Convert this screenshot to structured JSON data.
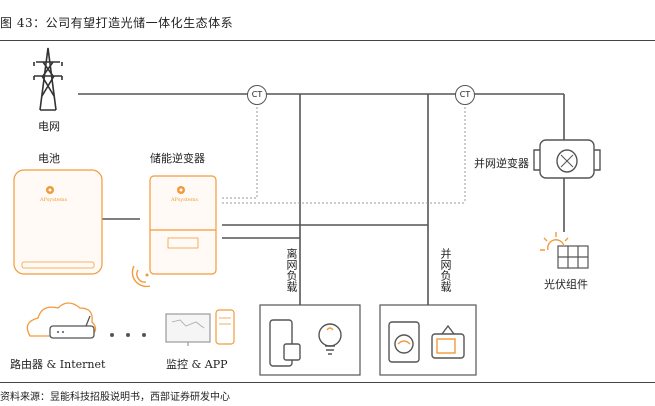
{
  "title": "图 43：公司有望打造光储一体化生态体系",
  "source": "资料来源：昱能科技招股说明书，西部证券研发中心",
  "nodes": {
    "grid": "电网",
    "battery": "电池",
    "storage_inverter": "储能逆变器",
    "grid_inverter": "并网逆变器",
    "pv_modules": "光伏组件",
    "router": "路由器 & Internet",
    "monitor": "监控 & APP",
    "offgrid_load": "离网负载",
    "ongrid_load": "并网负载",
    "ct_left": "CT",
    "ct_right": "CT",
    "logo_text": "APsystems"
  },
  "colors": {
    "accent": "#f29a3a",
    "line": "#555555",
    "dotted": "#999999"
  }
}
